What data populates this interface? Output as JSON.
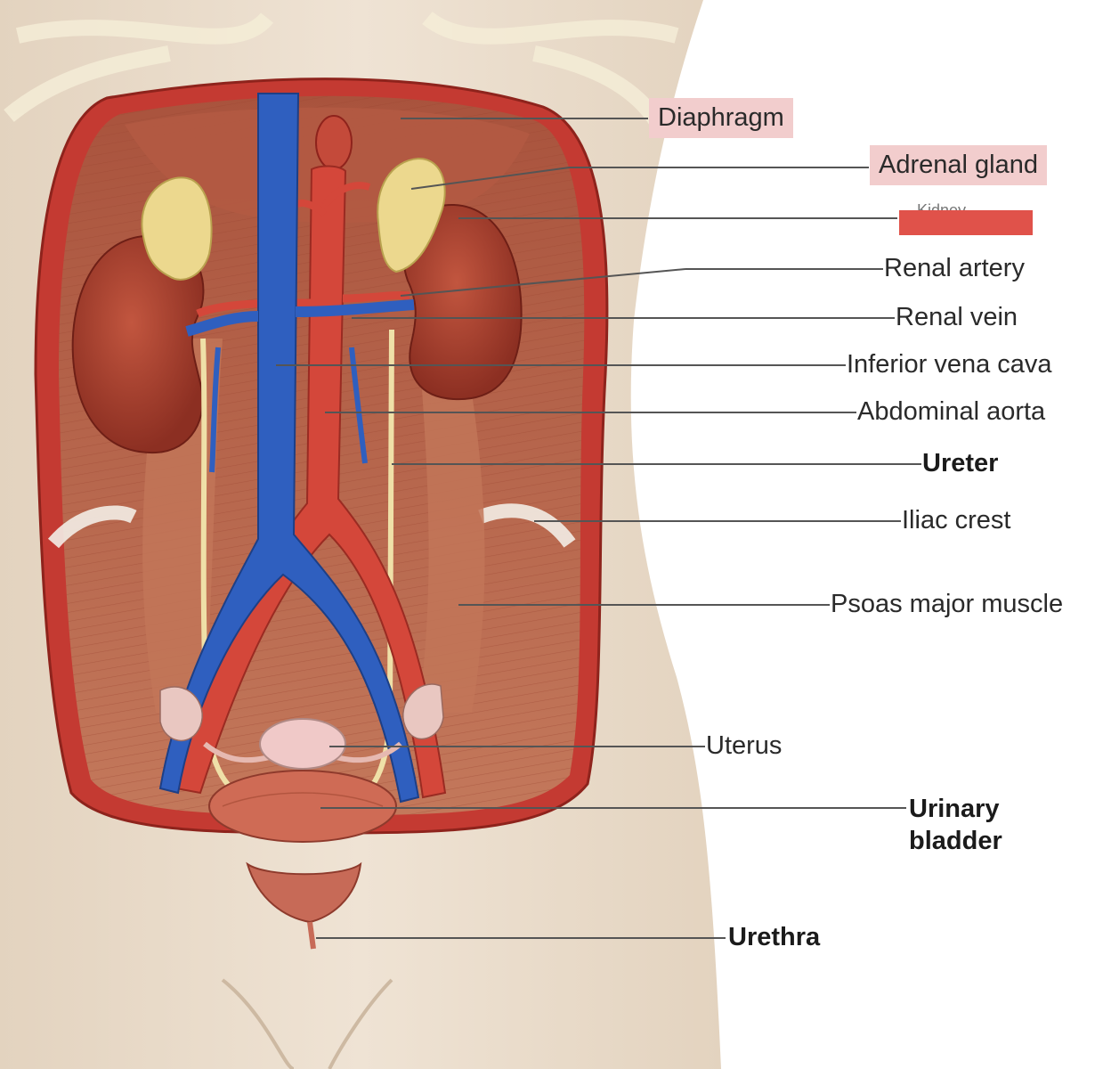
{
  "labels": {
    "diaphragm": "Diaphragm",
    "adrenal_gland": "Adrenal gland",
    "kidney": "Kidney",
    "renal_artery": "Renal artery",
    "renal_vein": "Renal vein",
    "inferior_vena_cava": "Inferior vena cava",
    "abdominal_aorta": "Abdominal aorta",
    "ureter": "Ureter",
    "iliac_crest": "Iliac crest",
    "psoas_major_muscle": "Psoas major muscle",
    "uterus": "Uterus",
    "urinary_bladder": "Urinary bladder",
    "urethra": "Urethra"
  },
  "colors": {
    "skin": "#e9dccb",
    "body_wall": "#c43a32",
    "muscle": "#b8664a",
    "kidney": "#a8402e",
    "adrenal": "#ecd88e",
    "vein": "#2f5fbf",
    "artery": "#d4473a",
    "ureter": "#efe0a8",
    "highlight": "#f2cdcd",
    "redaction": "#e0524a",
    "leader_line": "#555555"
  }
}
